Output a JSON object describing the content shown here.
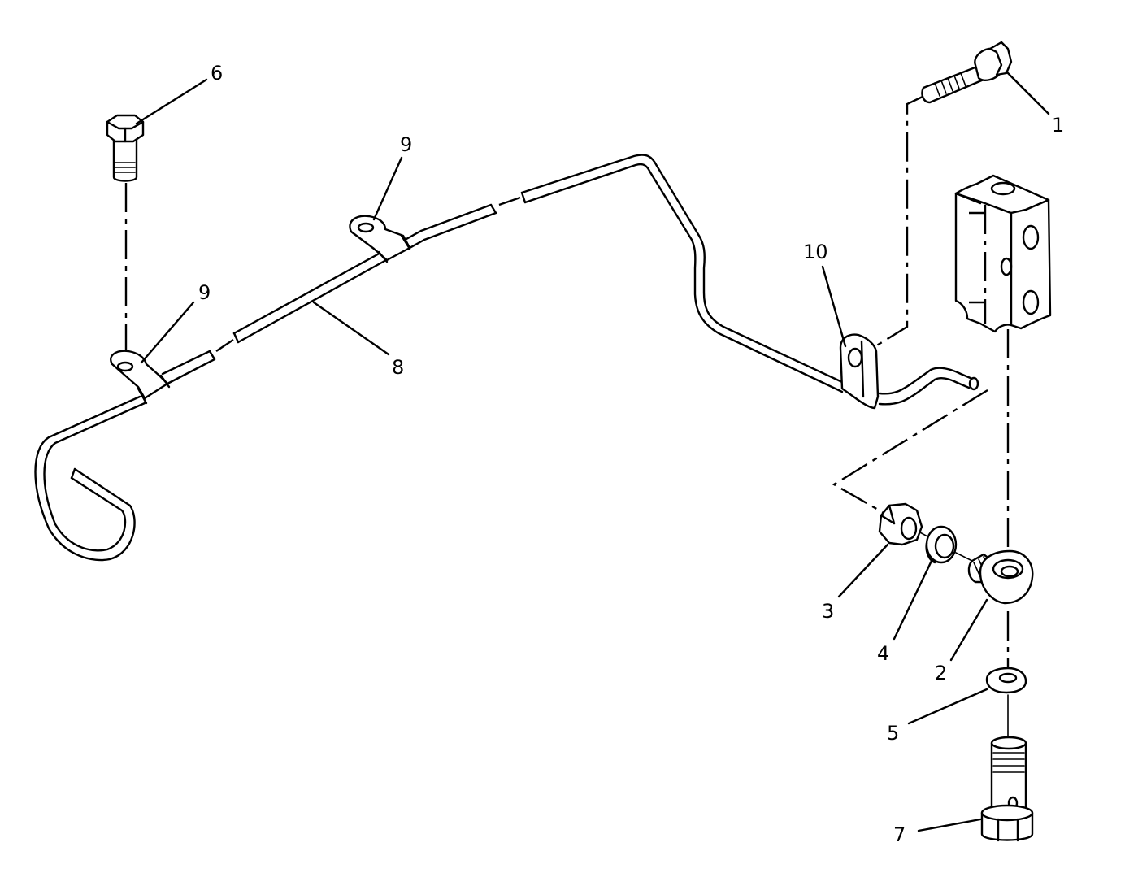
{
  "callouts": {
    "c1": "1",
    "c2": "2",
    "c3": "3",
    "c4": "4",
    "c5": "5",
    "c6": "6",
    "c7": "7",
    "c8": "8",
    "c9a": "9",
    "c9b": "9",
    "c10": "10"
  },
  "colors": {
    "ink": "#000000",
    "paper": "#ffffff"
  }
}
